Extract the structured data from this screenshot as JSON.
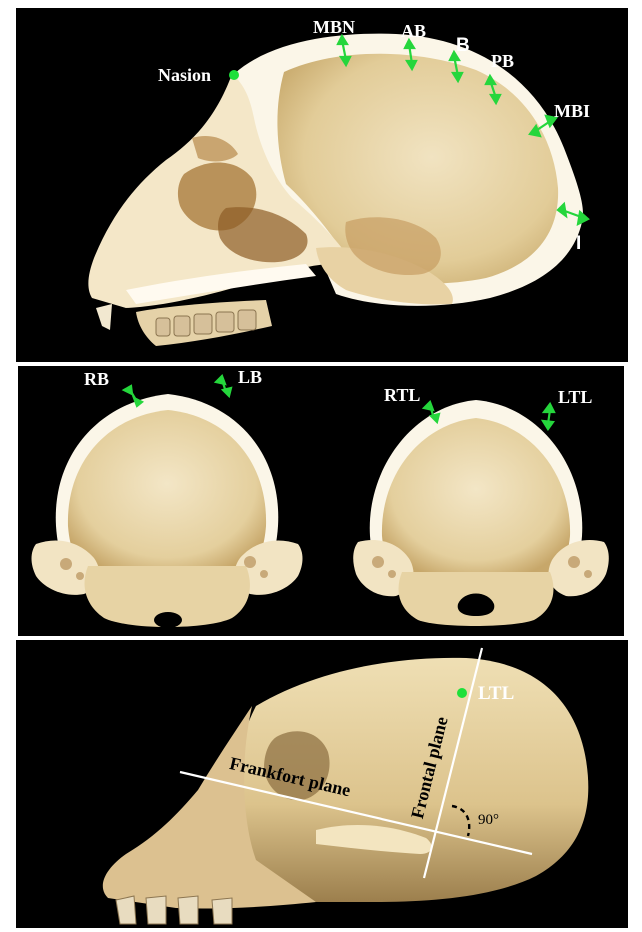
{
  "figure": {
    "top": {
      "labels": {
        "nasion": "Nasion",
        "mbn": "MBN",
        "ab": "AB",
        "b": "B",
        "pb": "PB",
        "mbi": "MBI",
        "i": "I"
      }
    },
    "middle": {
      "labels": {
        "rb": "RB",
        "lb": "LB",
        "rtl": "RTL",
        "ltl": "LTL"
      }
    },
    "bottom": {
      "labels": {
        "ltl": "LTL",
        "frankfort": "Frankfort plane",
        "frontal": "Frontal plane",
        "angle": "90°"
      }
    }
  },
  "colors": {
    "background": "#000000",
    "bone": "#e9d7aa",
    "cortex": "#fbf5e6",
    "arrow": "#25d63c",
    "landmark": "#1ee03a",
    "line": "#ffffff"
  }
}
